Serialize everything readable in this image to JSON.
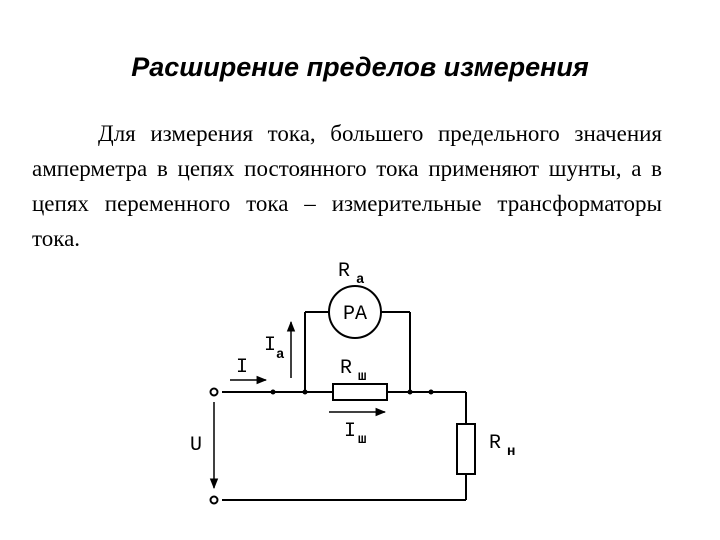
{
  "title": "Расширение пределов измерения",
  "paragraph": {
    "line1": "Для измерения тока, большего предельного",
    "line2": "значения амперметра в цепях постоянного тока",
    "line3": "применяют шунты, а в цепях переменного тока –",
    "line4": "измерительные трансформаторы тока."
  },
  "circuit": {
    "ammeter": "PA",
    "ra": {
      "base": "R",
      "sub": "a"
    },
    "ia": {
      "base": "I",
      "sub": "a"
    },
    "i": "I",
    "rsh": {
      "base": "R",
      "sub": "ш"
    },
    "ish": {
      "base": "I",
      "sub": "ш"
    },
    "u": "U",
    "rn": {
      "base": "R",
      "sub": "н"
    }
  }
}
